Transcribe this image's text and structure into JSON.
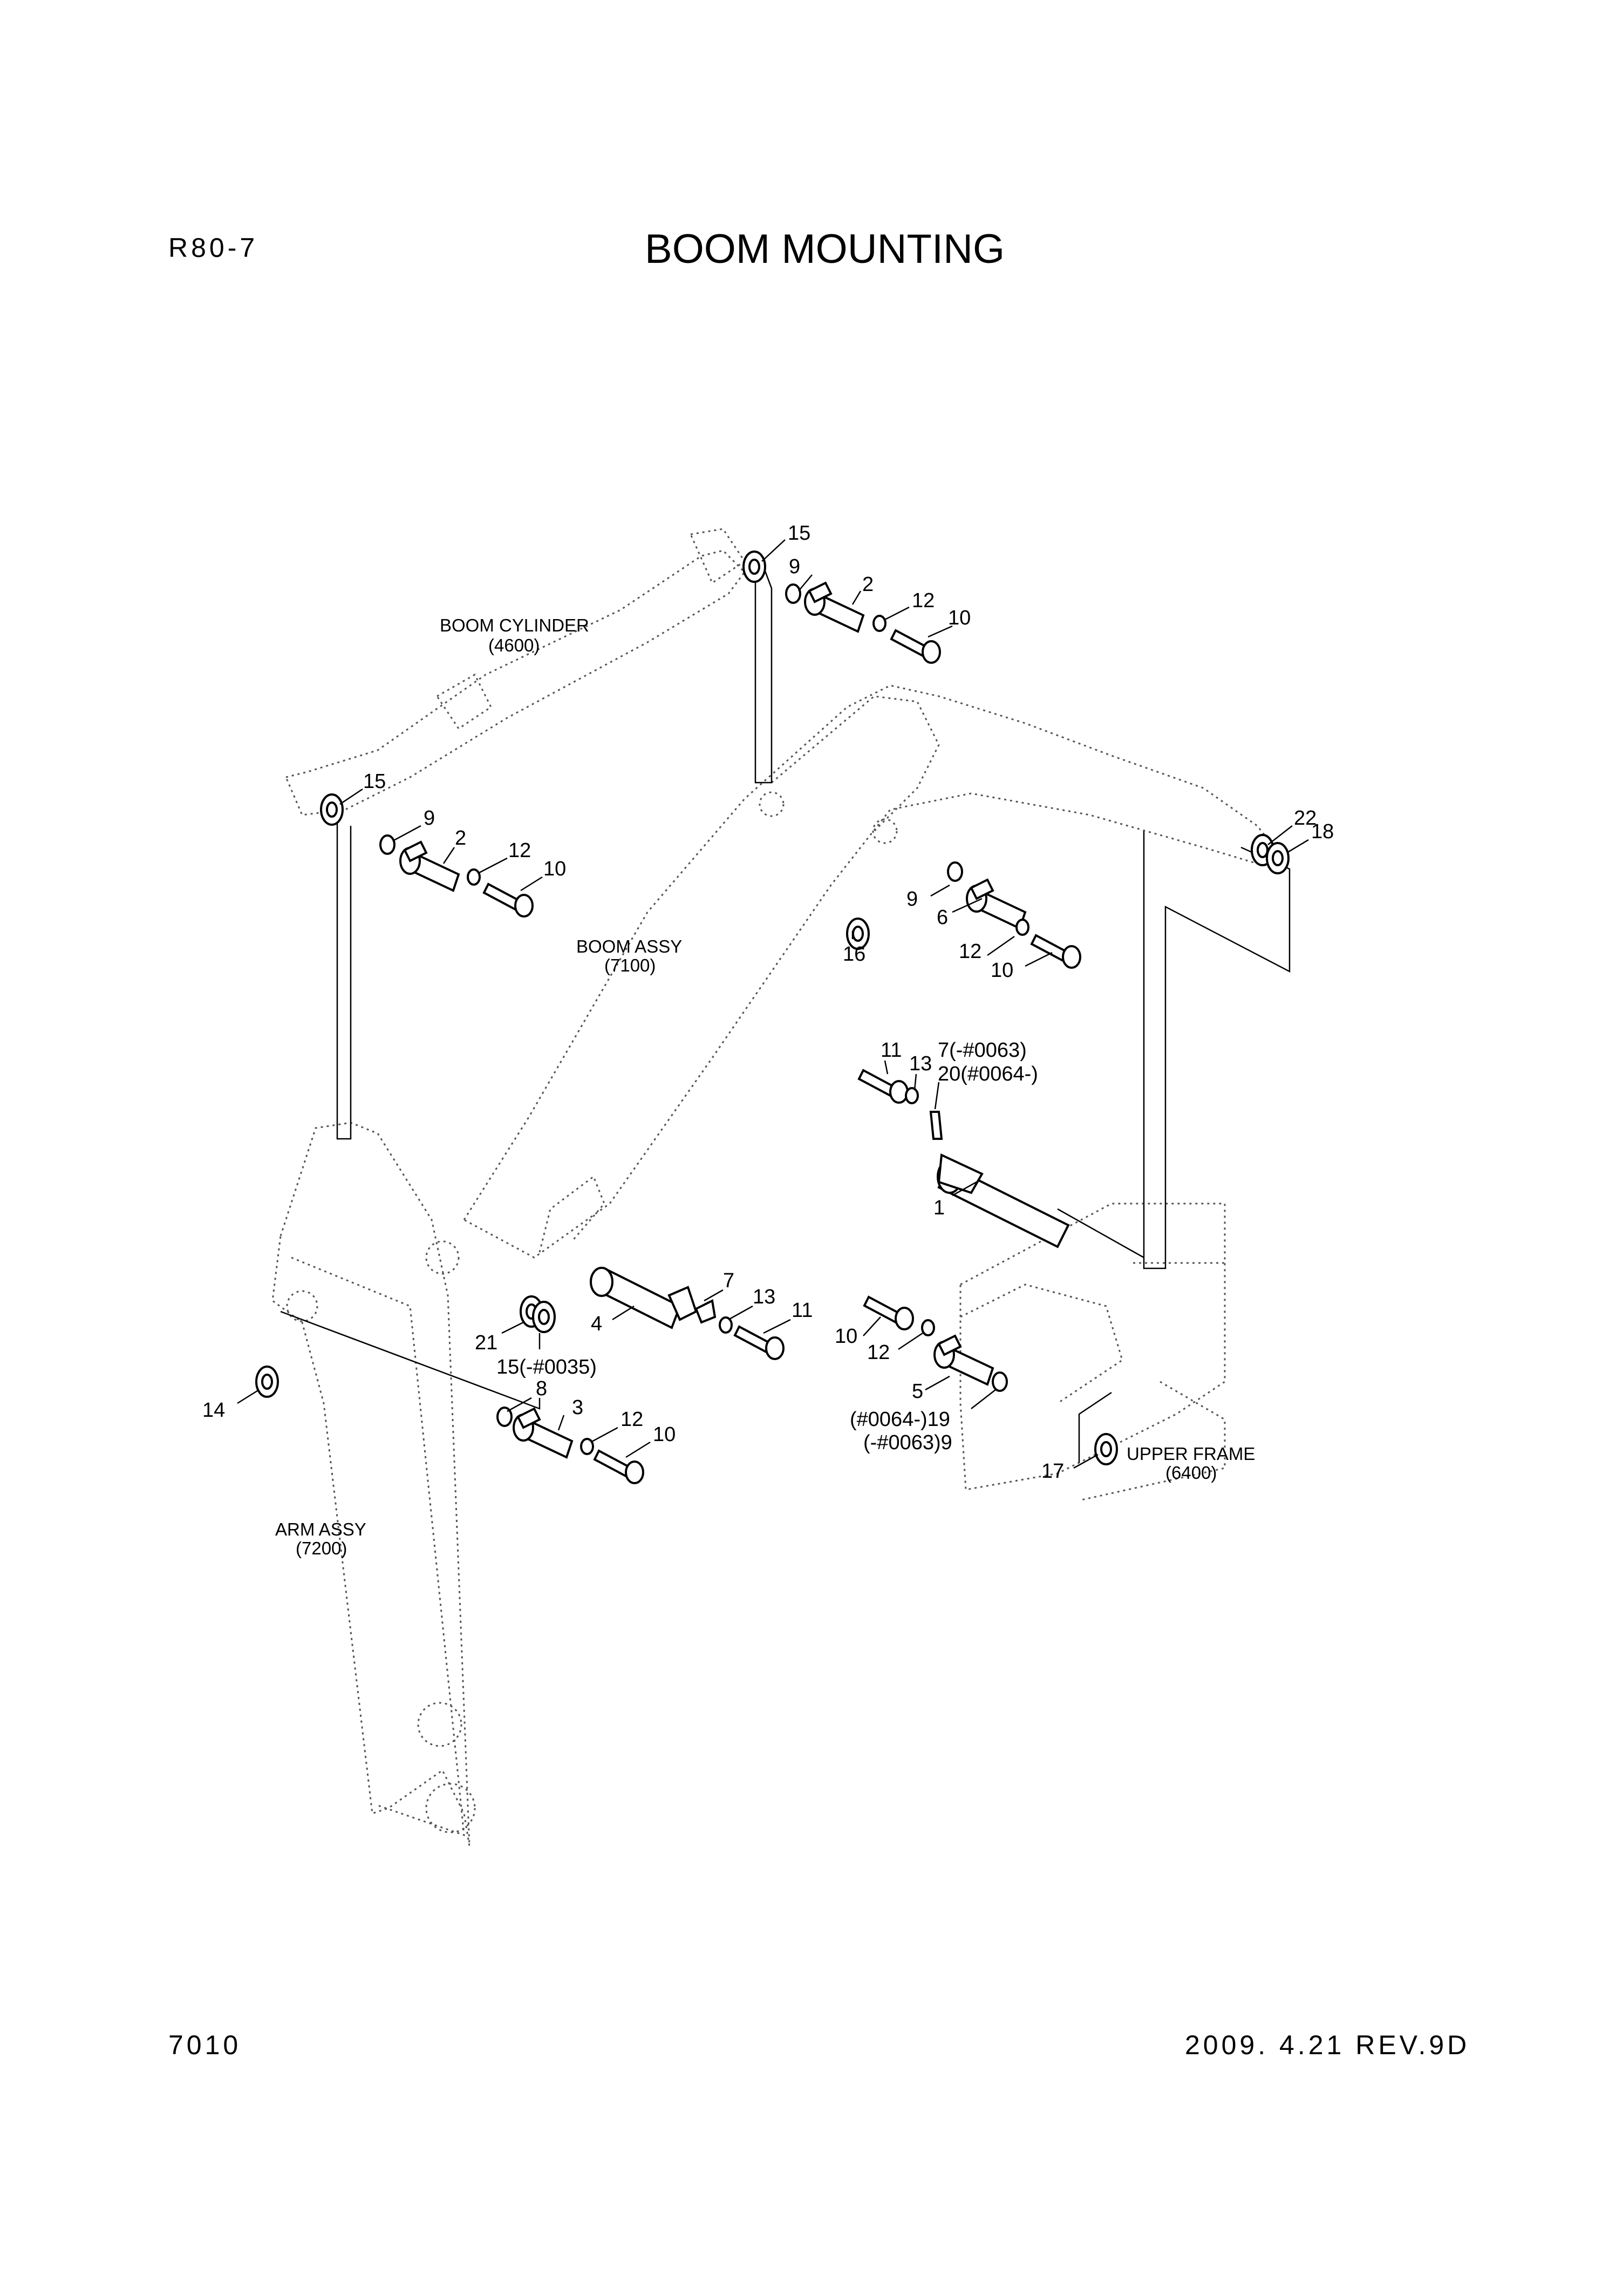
{
  "header": {
    "model": "R80-7",
    "title": "BOOM MOUNTING"
  },
  "footer": {
    "sheet": "7010",
    "revision": "2009. 4.21  REV.9D"
  },
  "assemblies": {
    "boom_cylinder": {
      "name": "BOOM CYLINDER",
      "ref": "(4600)"
    },
    "boom_assy": {
      "name": "BOOM ASSY",
      "ref": "(7100)"
    },
    "arm_assy": {
      "name": "ARM ASSY",
      "ref": "(7200)"
    },
    "upper_frame": {
      "name": "UPPER FRAME",
      "ref": "(6400)"
    }
  },
  "callouts": {
    "top_15": "15",
    "top_9": "9",
    "top_2": "2",
    "top_12": "12",
    "top_10": "10",
    "left_15": "15",
    "left_9": "9",
    "left_2": "2",
    "left_12": "12",
    "left_10": "10",
    "r_22": "22",
    "r_18": "18",
    "r_9": "9",
    "r_6": "6",
    "r_16": "16",
    "r_12": "12",
    "r_10": "10",
    "m_11": "11",
    "m_13": "13",
    "m_7": "7(-#0063)",
    "m_20": "20(#0064-)",
    "m_1": "1",
    "p_4": "4",
    "p_7": "7",
    "p_13": "13",
    "p_11": "11",
    "p_21": "21",
    "p_15": "15(-#0035)",
    "a_14": "14",
    "a_8": "8",
    "a_3": "3",
    "a_12": "12",
    "a_10": "10",
    "f_10": "10",
    "f_12": "12",
    "f_5": "5",
    "f_19": "(#0064-)19",
    "f_9": "(-#0063)9",
    "f_17": "17"
  }
}
